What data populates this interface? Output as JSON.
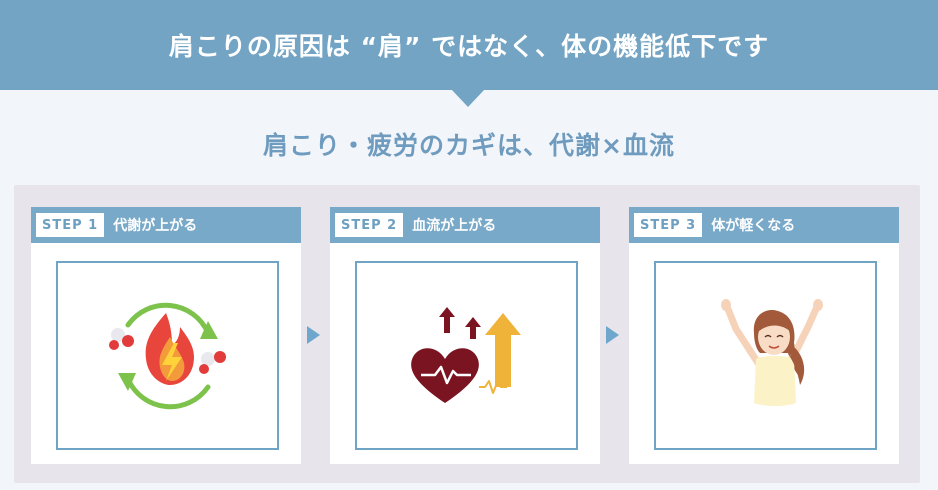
{
  "header": {
    "title": "肩こりの原因は “肩” ではなく、体の機能低下です",
    "subtitle": "肩こり・疲労のカギは、代謝×血流"
  },
  "steps": [
    {
      "badge": "STEP 1",
      "title": "代謝が上がる",
      "illustration": "fire-recycle-icon"
    },
    {
      "badge": "STEP 2",
      "title": "血流が上がる",
      "illustration": "heart-pulse-up-arrows-icon"
    },
    {
      "badge": "STEP 3",
      "title": "体が軽くなる",
      "illustration": "woman-stretching-arms"
    }
  ],
  "colors": {
    "banner": "#74a4c4",
    "subtitle": "#6f9bbe",
    "step_header": "#78a9c9",
    "frame_border": "#6fa4c4",
    "panel": "#e8e4ec",
    "heart": "#7a1421",
    "arrow_gold": "#efb33a",
    "fire": "#e8463c",
    "cycle_green": "#7dc24b"
  }
}
